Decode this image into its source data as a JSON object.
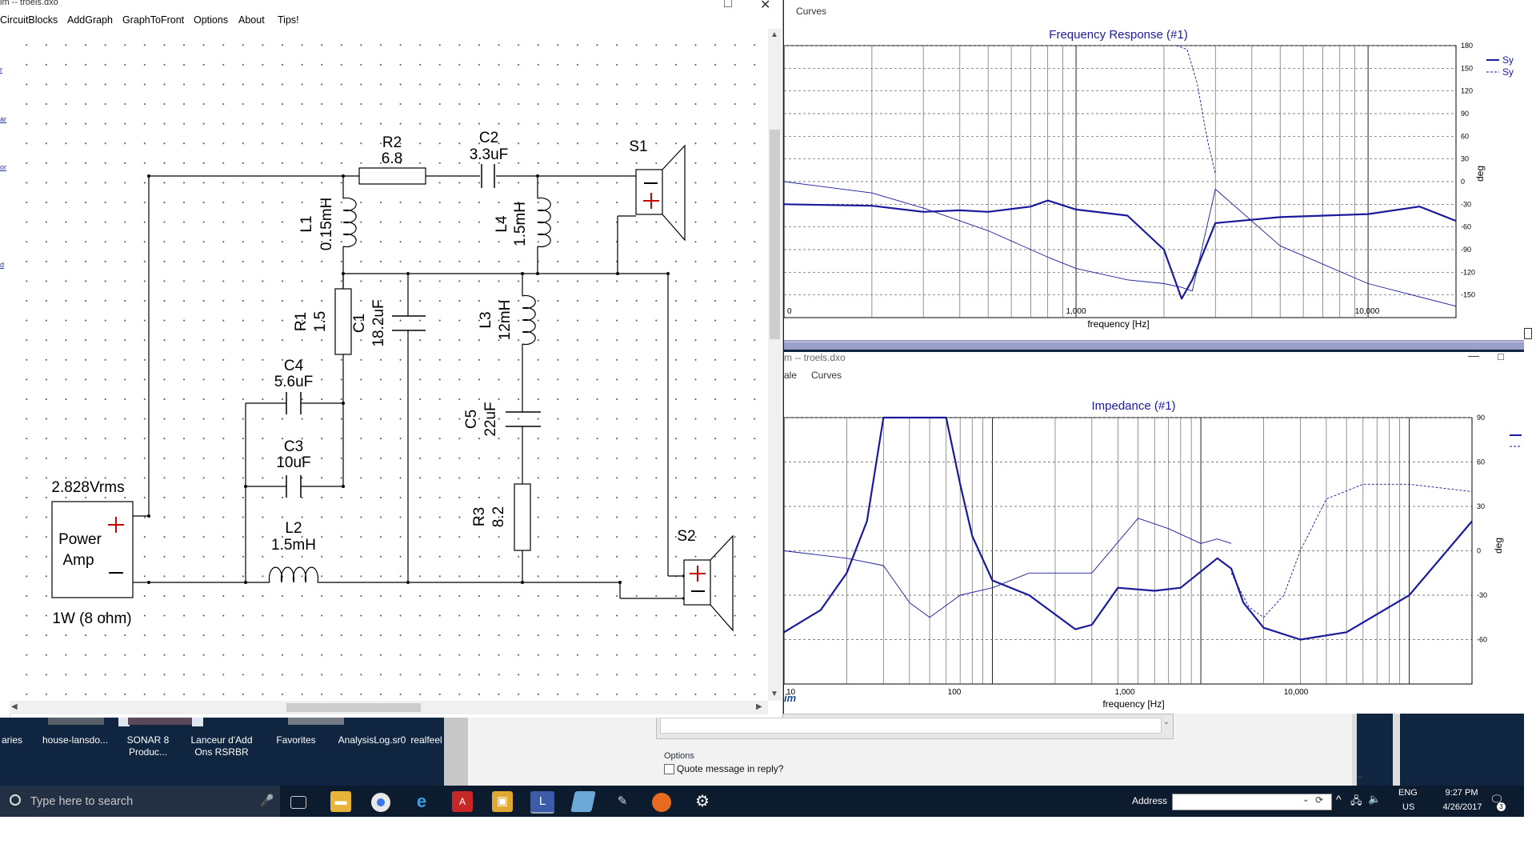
{
  "circuit_window": {
    "title": "im -- troels.dxo",
    "menu": [
      "CircuitBlocks",
      "AddGraph",
      "GraphToFront",
      "Options",
      "About",
      "Tips!"
    ],
    "left_strip_letters": [
      "r",
      "ar",
      "or",
      "d"
    ],
    "components": {
      "R2": {
        "name": "R2",
        "value": "6.8"
      },
      "C2": {
        "name": "C2",
        "value": "3.3uF"
      },
      "S1": {
        "name": "S1"
      },
      "L1": {
        "name": "L1",
        "value": "0.15mH"
      },
      "L4": {
        "name": "L4",
        "value": "1.5mH"
      },
      "R1": {
        "name": "R1",
        "value": "1.5"
      },
      "C1": {
        "name": "C1",
        "value": "18.2uF"
      },
      "L3": {
        "name": "L3",
        "value": "12mH"
      },
      "C4": {
        "name": "C4",
        "value": "5.6uF"
      },
      "C3": {
        "name": "C3",
        "value": "10uF"
      },
      "C5": {
        "name": "C5",
        "value": "22uF"
      },
      "R3": {
        "name": "R3",
        "value": "8.2"
      },
      "L2": {
        "name": "L2",
        "value": "1.5mH"
      },
      "S2": {
        "name": "S2"
      }
    },
    "source": {
      "voltage": "2.828Vrms",
      "label_line1": "Power",
      "label_line2": "Amp",
      "power": "1W (8 ohm)"
    }
  },
  "frequency_response": {
    "menu": [
      "Curves"
    ],
    "chart_data": {
      "type": "line",
      "title": "Frequency Response (#1)",
      "xlabel": "frequency [Hz]",
      "x_scale": "log",
      "x_tick_labels": [
        "0",
        "1,000",
        "10,000"
      ],
      "y_right_label": "deg",
      "y_right_ticks": [
        "180",
        "150",
        "120",
        "90",
        "60",
        "30",
        "0",
        "-30",
        "-60",
        "-90",
        "-120",
        "-150"
      ],
      "ylim": [
        -180,
        180
      ],
      "legend": [
        "Sy",
        "Sy"
      ],
      "series": [
        {
          "style": "solid-thick",
          "x": [
            100,
            200,
            300,
            400,
            500,
            700,
            800,
            1000,
            1500,
            2000,
            2300,
            2500,
            3000,
            5000,
            10000,
            15000,
            20000
          ],
          "y": [
            -30,
            -32,
            -40,
            -38,
            -40,
            -33,
            -25,
            -37,
            -45,
            -90,
            -155,
            -130,
            -55,
            -47,
            -43,
            -33,
            -52
          ]
        },
        {
          "style": "solid-thin",
          "x": [
            100,
            200,
            300,
            500,
            800,
            1000,
            1500,
            2000,
            2300,
            2500,
            3000,
            5000,
            10000,
            20000
          ],
          "y": [
            0,
            -15,
            -35,
            -65,
            -100,
            -115,
            -130,
            -135,
            -140,
            -145,
            -10,
            -85,
            -135,
            -165
          ]
        },
        {
          "style": "dashed",
          "x": [
            2200,
            2400,
            2600,
            2800,
            3000
          ],
          "y": [
            180,
            175,
            130,
            60,
            10
          ]
        }
      ],
      "colors": {
        "curve": "#1a1a9c",
        "grid": "#444444",
        "title": "#1a1aa0"
      }
    }
  },
  "impedance": {
    "title_bar": "m -- troels.dxo",
    "menu": [
      "ale",
      "Curves"
    ],
    "footer_label": "im",
    "chart_data": {
      "type": "line",
      "title": "Impedance (#1)",
      "xlabel": "frequency [Hz]",
      "x_scale": "log",
      "x_tick_labels": [
        "10",
        "100",
        "1,000",
        "10,000"
      ],
      "y_right_label": "deg",
      "y_right_ticks": [
        "90",
        "60",
        "30",
        "0",
        "-30",
        "-60"
      ],
      "ylim": [
        -90,
        90
      ],
      "series": [
        {
          "style": "solid-thick",
          "x": [
            10,
            15,
            20,
            25,
            30,
            60,
            70,
            80,
            100,
            150,
            250,
            300,
            400,
            600,
            800,
            1200,
            1400,
            1600,
            2000,
            3000,
            5000,
            10000,
            20000
          ],
          "y": [
            -55,
            -40,
            -15,
            20,
            90,
            90,
            45,
            10,
            -20,
            -30,
            -53,
            -50,
            -25,
            -27,
            -25,
            -5,
            -12,
            -35,
            -52,
            -60,
            -55,
            -30,
            20
          ]
        },
        {
          "style": "solid-thin",
          "x": [
            10,
            20,
            30,
            40,
            50,
            70,
            100,
            150,
            200,
            300,
            500,
            700,
            1000,
            1200,
            1400
          ],
          "y": [
            0,
            -5,
            -10,
            -35,
            -45,
            -30,
            -25,
            -15,
            -15,
            -15,
            22,
            15,
            5,
            8,
            5
          ]
        },
        {
          "style": "dashed",
          "x": [
            1400,
            1700,
            2000,
            2500,
            3000,
            4000,
            6000,
            10000,
            20000
          ],
          "y": [
            -15,
            -38,
            -45,
            -30,
            0,
            35,
            45,
            45,
            40
          ]
        }
      ],
      "colors": {
        "curve": "#1a1a9c"
      }
    }
  },
  "forum": {
    "options_label": "Options",
    "quote_label": "Quote message in reply?"
  },
  "desktop_icons": [
    {
      "label1": "aries",
      "label2": ""
    },
    {
      "label1": "house-lansdo...",
      "label2": ""
    },
    {
      "label1": "SONAR 8",
      "label2": "Produc..."
    },
    {
      "label1": "Lanceur d'Add",
      "label2": "Ons RSRBR"
    },
    {
      "label1": "Favorites",
      "label2": ""
    },
    {
      "label1": "AnalysisLog.sr0",
      "label2": ""
    },
    {
      "label1": "realfeel",
      "label2": ""
    }
  ],
  "taskbar": {
    "search_placeholder": "Type here to search",
    "address_label": "Address",
    "language": "ENG",
    "region": "US",
    "time": "9:27 PM",
    "date": "4/26/2017",
    "notification_count": "3"
  }
}
